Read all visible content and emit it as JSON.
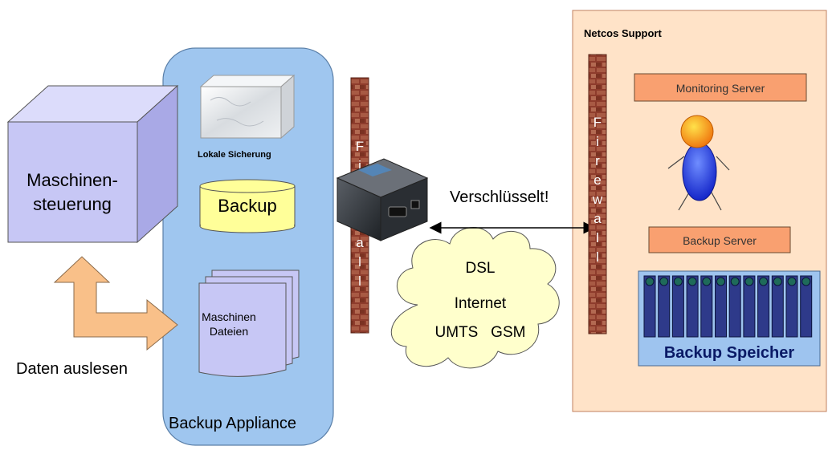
{
  "labels": {
    "machine": [
      "Maschinen-",
      "steuerung"
    ],
    "read_data": "Daten auslesen",
    "local_backup": "Lokale Sicherung",
    "backup": "Backup",
    "machine_files": [
      "Maschinen",
      "Dateien"
    ],
    "appliance": "Backup Appliance",
    "encrypted": "Verschlüsselt!",
    "cloud": [
      "DSL",
      "Internet",
      "UMTS   GSM"
    ],
    "support": "Netcos Support",
    "monitoring_server": "Monitoring Server",
    "backup_server": "Backup Server",
    "backup_storage": "Backup Speicher",
    "firewall_letters": [
      "F",
      "i",
      "r",
      "e",
      "w",
      "a",
      "l",
      "l"
    ]
  },
  "colors": {
    "machine_front": "#c7c7f5",
    "machine_top": "#dcdcfb",
    "machine_side": "#a9a9e6",
    "appliance_bg": "#9fc6ef",
    "cylinder": "#ffff99",
    "arrow": "#f9c089",
    "cloud": "#ffffcc",
    "support_bg": "#ffe3c8",
    "server_box": "#f9a070",
    "storage_bg": "#9ec4ef",
    "rack_slot": "#2e3a8a",
    "firewall": "#8e3c2c"
  }
}
